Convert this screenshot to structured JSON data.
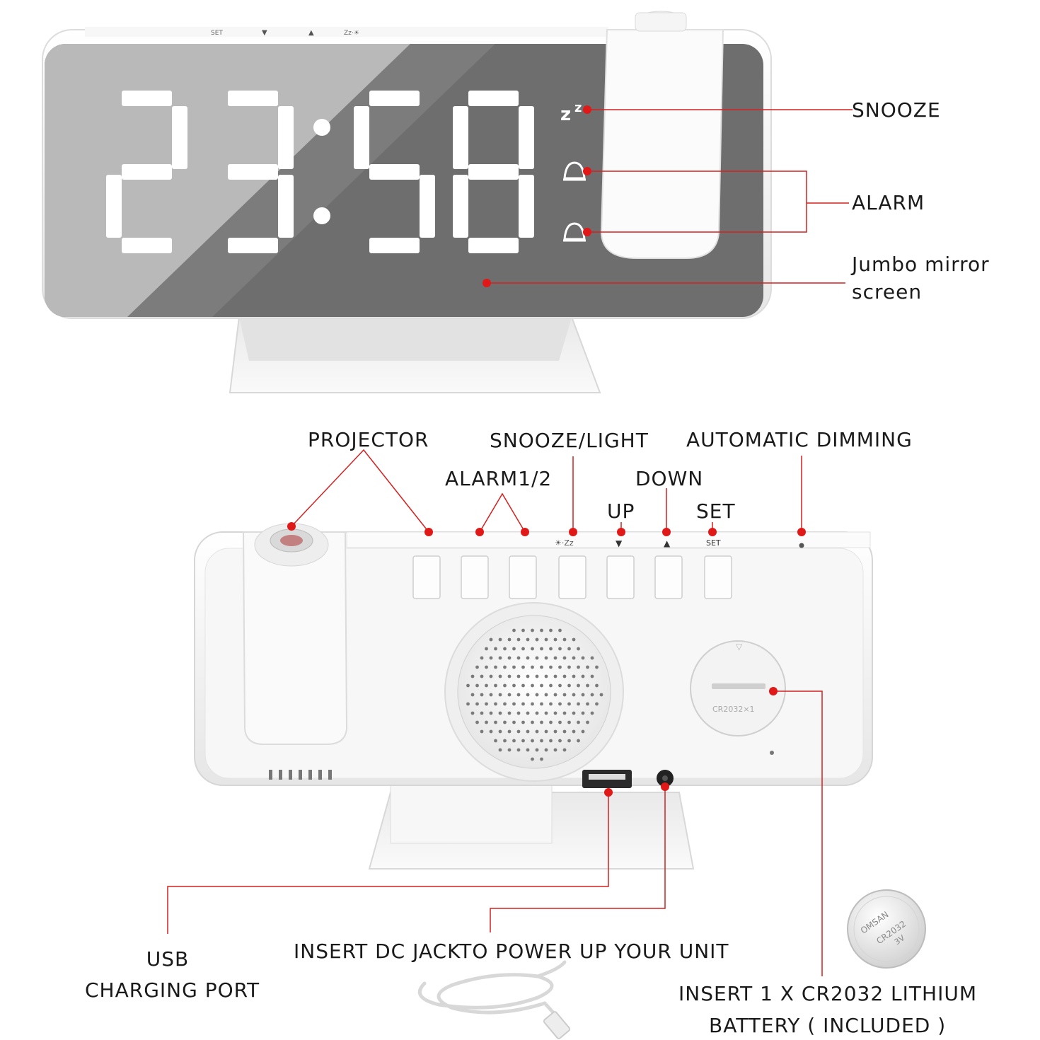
{
  "clock_display": {
    "hours": "23",
    "minutes": "58",
    "snooze_symbol": "z z"
  },
  "front_callouts": {
    "snooze": "SNOOZE",
    "alarm": "ALARM",
    "mirror_line1": "Jumbo mirror",
    "mirror_line2": "screen"
  },
  "button_callouts": {
    "projector": "PROJECTOR",
    "snooze_light": "SNOOZE/LIGHT",
    "auto_dimming": "AUTOMATIC DIMMING",
    "alarm12": "ALARM1/2",
    "down": "DOWN",
    "up": "UP",
    "set": "SET"
  },
  "port_callouts": {
    "usb_line1": "USB",
    "usb_line2": "CHARGING PORT",
    "dc_jack": "INSERT DC JACKTO POWER UP YOUR UNIT",
    "battery_line1": "INSERT 1 X  CR2032 LITHIUM",
    "battery_line2": "BATTERY ( INCLUDED )"
  },
  "top_edge_marks": {
    "set": "SET",
    "snooze": "Zz·☀"
  },
  "back_panel_marks": {
    "set": "SET",
    "snooze": "☀·Zz",
    "battery": "CR2032×1"
  },
  "coin_cell": {
    "brand": "OMSAN",
    "model": "CR2032",
    "voltage": "3V"
  },
  "colors": {
    "callout_red": "#d42020",
    "mirror_dark": "#6f6f6f",
    "mirror_light": "#bdbdbd",
    "body_white": "#f4f4f4"
  }
}
